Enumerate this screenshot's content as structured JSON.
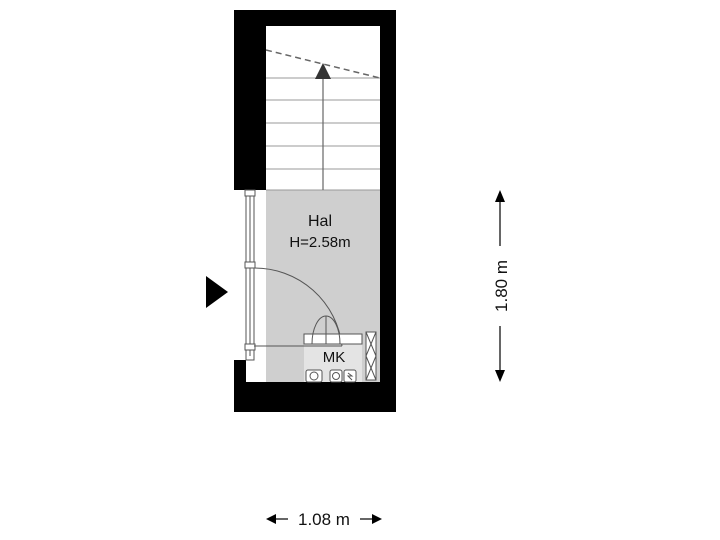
{
  "rooms": [
    {
      "name": "Hal",
      "height": "H=2.58m"
    },
    {
      "name": "MK"
    }
  ],
  "dimensions": {
    "width": "1.08 m",
    "depth": "1.80 m"
  },
  "colors": {
    "wall": "#000000",
    "floor_hall": "#cfcfcf",
    "floor_stairs": "#ffffff",
    "line": "#555555"
  },
  "icons": [
    "entrance-arrow-icon",
    "stair-direction-arrow-icon",
    "water-meter-icon",
    "electric-meter-icon",
    "gas-meter-icon"
  ]
}
